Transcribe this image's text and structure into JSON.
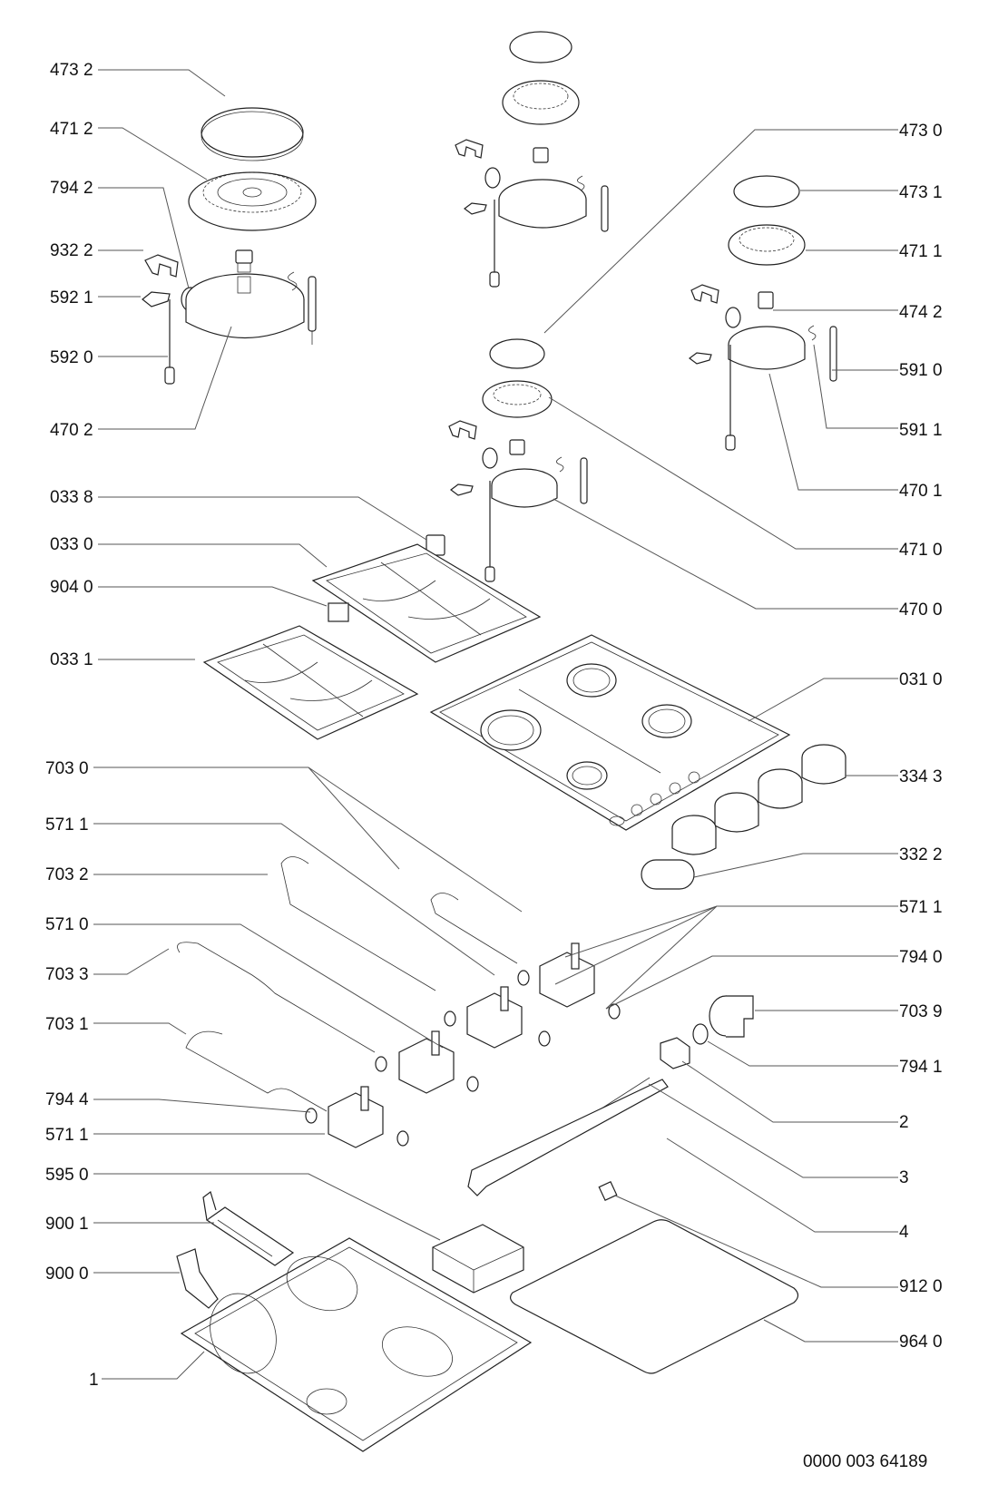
{
  "diagram": {
    "type": "exploded-parts-diagram",
    "subject": "gas hob (4 burners)",
    "document_number": "0000 003 64189",
    "left_callouts": [
      {
        "id": "473-2",
        "label": "473 2"
      },
      {
        "id": "471-2",
        "label": "471 2"
      },
      {
        "id": "794-2",
        "label": "794 2"
      },
      {
        "id": "932-2",
        "label": "932 2"
      },
      {
        "id": "592-1",
        "label": "592 1"
      },
      {
        "id": "592-0",
        "label": "592 0"
      },
      {
        "id": "470-2",
        "label": "470 2"
      },
      {
        "id": "033-8",
        "label": "033 8"
      },
      {
        "id": "033-0",
        "label": "033 0"
      },
      {
        "id": "904-0",
        "label": "904 0"
      },
      {
        "id": "033-1",
        "label": "033 1"
      },
      {
        "id": "703-0",
        "label": "703 0"
      },
      {
        "id": "571-1a",
        "label": "571 1"
      },
      {
        "id": "703-2",
        "label": "703 2"
      },
      {
        "id": "571-0",
        "label": "571 0"
      },
      {
        "id": "703-3",
        "label": "703 3"
      },
      {
        "id": "703-1",
        "label": "703 1"
      },
      {
        "id": "794-4",
        "label": "794 4"
      },
      {
        "id": "571-1b",
        "label": "571 1"
      },
      {
        "id": "595-0",
        "label": "595 0"
      },
      {
        "id": "900-1",
        "label": "900 1"
      },
      {
        "id": "900-0",
        "label": "900 0"
      },
      {
        "id": "1",
        "label": "1"
      }
    ],
    "right_callouts": [
      {
        "id": "473-0",
        "label": "473 0"
      },
      {
        "id": "473-1",
        "label": "473 1"
      },
      {
        "id": "471-1",
        "label": "471 1"
      },
      {
        "id": "474-2",
        "label": "474 2"
      },
      {
        "id": "591-0",
        "label": "591 0"
      },
      {
        "id": "591-1",
        "label": "591 1"
      },
      {
        "id": "470-1",
        "label": "470 1"
      },
      {
        "id": "471-0",
        "label": "471 0"
      },
      {
        "id": "470-0",
        "label": "470 0"
      },
      {
        "id": "031-0",
        "label": "031 0"
      },
      {
        "id": "334-3",
        "label": "334 3"
      },
      {
        "id": "332-2",
        "label": "332 2"
      },
      {
        "id": "571-1c",
        "label": "571 1"
      },
      {
        "id": "794-0",
        "label": "794 0"
      },
      {
        "id": "703-9",
        "label": "703 9"
      },
      {
        "id": "794-1",
        "label": "794 1"
      },
      {
        "id": "2",
        "label": "2"
      },
      {
        "id": "3",
        "label": "3"
      },
      {
        "id": "4",
        "label": "4"
      },
      {
        "id": "912-0",
        "label": "912 0"
      },
      {
        "id": "964-0",
        "label": "964 0"
      }
    ]
  }
}
